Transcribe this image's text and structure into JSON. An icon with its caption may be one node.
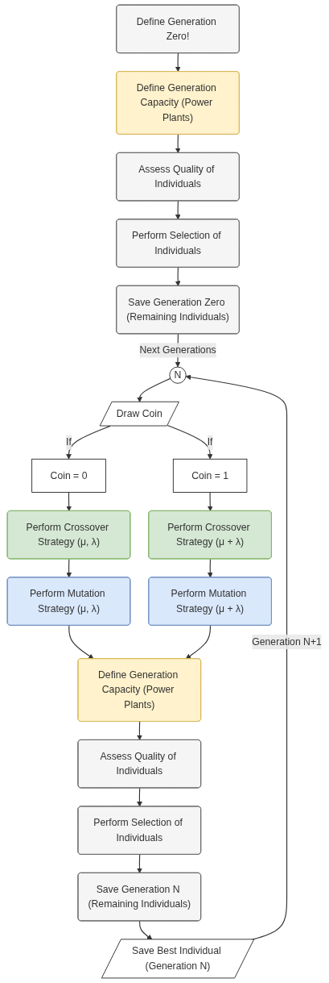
{
  "diagram": {
    "nodes": [
      {
        "text": [
          "Define Generation Zero!"
        ]
      },
      {
        "text": [
          "Define Generation Capacity (Power Plants)"
        ]
      },
      {
        "text": [
          "Assess Quality of Individuals"
        ]
      },
      {
        "text": [
          "Perform Selection of Individuals"
        ]
      },
      {
        "text": [
          "Save Generation Zero (Remaining Individuals)"
        ]
      },
      {
        "text": [
          "N"
        ]
      },
      {
        "text": [
          "Draw Coin"
        ]
      },
      {
        "text": [
          "Coin = 0"
        ]
      },
      {
        "text": [
          "Coin = 1"
        ]
      },
      {
        "text": [
          "Perform Crossover Strategy (μ, λ)"
        ]
      },
      {
        "text": [
          "Perform Mutation Strategy (μ, λ)"
        ]
      },
      {
        "text": [
          "Perform Crossover Strategy (μ + λ)"
        ]
      },
      {
        "text": [
          "Perform Mutation Strategy (μ + λ)"
        ]
      },
      {
        "text": [
          "Define Generation Capacity (Power Plants)"
        ]
      },
      {
        "text": [
          "Assess Quality of Individuals"
        ]
      },
      {
        "text": [
          "Perform Selection of Individuals"
        ]
      },
      {
        "text": [
          "Save Generation N (Remaining Individuals)"
        ]
      },
      {
        "text": [
          "Save Best Individual (Generation N)"
        ]
      }
    ],
    "edges": [
      {
        "from": 0,
        "to": 1,
        "arrow": "to"
      },
      {
        "from": 1,
        "to": 2,
        "arrow": "to"
      },
      {
        "from": 2,
        "to": 3,
        "arrow": "to"
      },
      {
        "from": 3,
        "to": 4,
        "arrow": "to"
      },
      {
        "from": 4,
        "to": 5,
        "arrow": "to",
        "label": "Next Generations"
      },
      {
        "from": 5,
        "to": 6,
        "arrow": "to"
      },
      {
        "from": 6,
        "to": 7,
        "arrow": "to",
        "label": "If"
      },
      {
        "from": 6,
        "to": 8,
        "arrow": "to",
        "label": "If"
      },
      {
        "from": 7,
        "to": 9,
        "arrow": "to"
      },
      {
        "from": 9,
        "to": 10,
        "arrow": "to"
      },
      {
        "from": 8,
        "to": 11,
        "arrow": "to"
      },
      {
        "from": 11,
        "to": 12,
        "arrow": "to"
      },
      {
        "from": 10,
        "to": 13,
        "arrow": "to"
      },
      {
        "from": 12,
        "to": 13,
        "arrow": "to"
      },
      {
        "from": 13,
        "to": 14,
        "arrow": "to"
      },
      {
        "from": 14,
        "to": 15,
        "arrow": "to"
      },
      {
        "from": 15,
        "to": 16,
        "arrow": "to"
      },
      {
        "from": 16,
        "to": 17,
        "arrow": "to"
      },
      {
        "from": 17,
        "to": 5,
        "arrow": "to",
        "label": "Generation N+1"
      }
    ]
  }
}
